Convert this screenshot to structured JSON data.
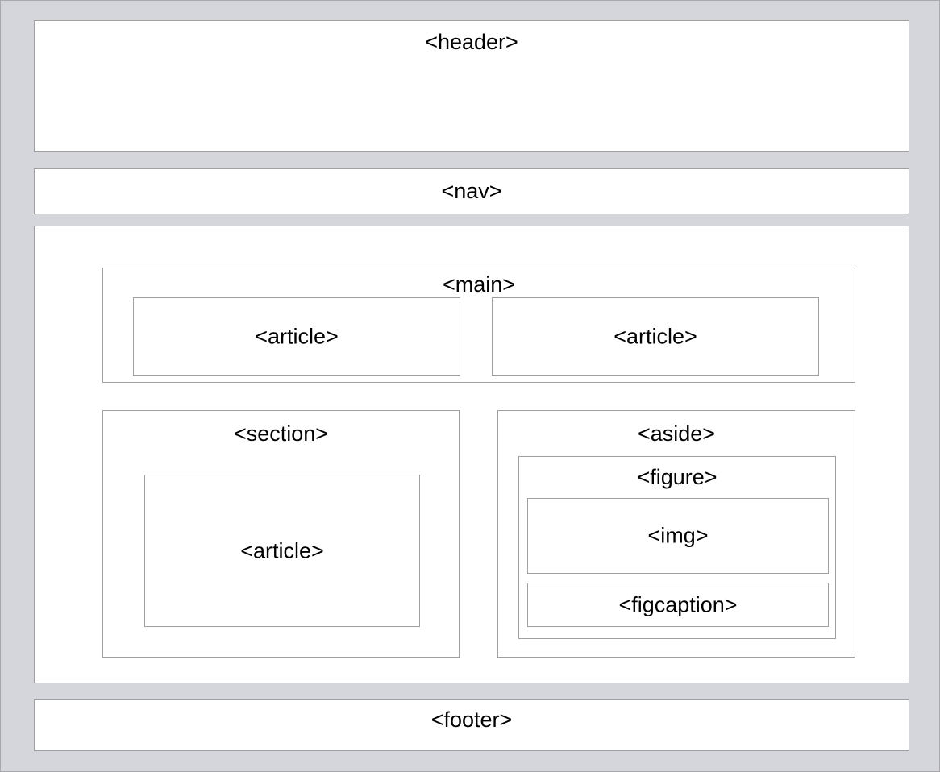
{
  "diagram": {
    "type": "html5-semantic-layout",
    "background_color": "#d4d6dc",
    "box_fill_color": "#ffffff",
    "box_border_color": "#a0a0a0",
    "text_color": "#000000",
    "regions": {
      "header": {
        "label": "<header>"
      },
      "nav": {
        "label": "<nav>"
      },
      "main": {
        "label": "<main>",
        "articles": [
          {
            "label": "<article>"
          },
          {
            "label": "<article>"
          }
        ]
      },
      "section": {
        "label": "<section>",
        "article": {
          "label": "<article>"
        }
      },
      "aside": {
        "label": "<aside>",
        "figure": {
          "label": "<figure>",
          "img": {
            "label": "<img>"
          },
          "figcaption": {
            "label": "<figcaption>"
          }
        }
      },
      "footer": {
        "label": "<footer>"
      }
    }
  }
}
